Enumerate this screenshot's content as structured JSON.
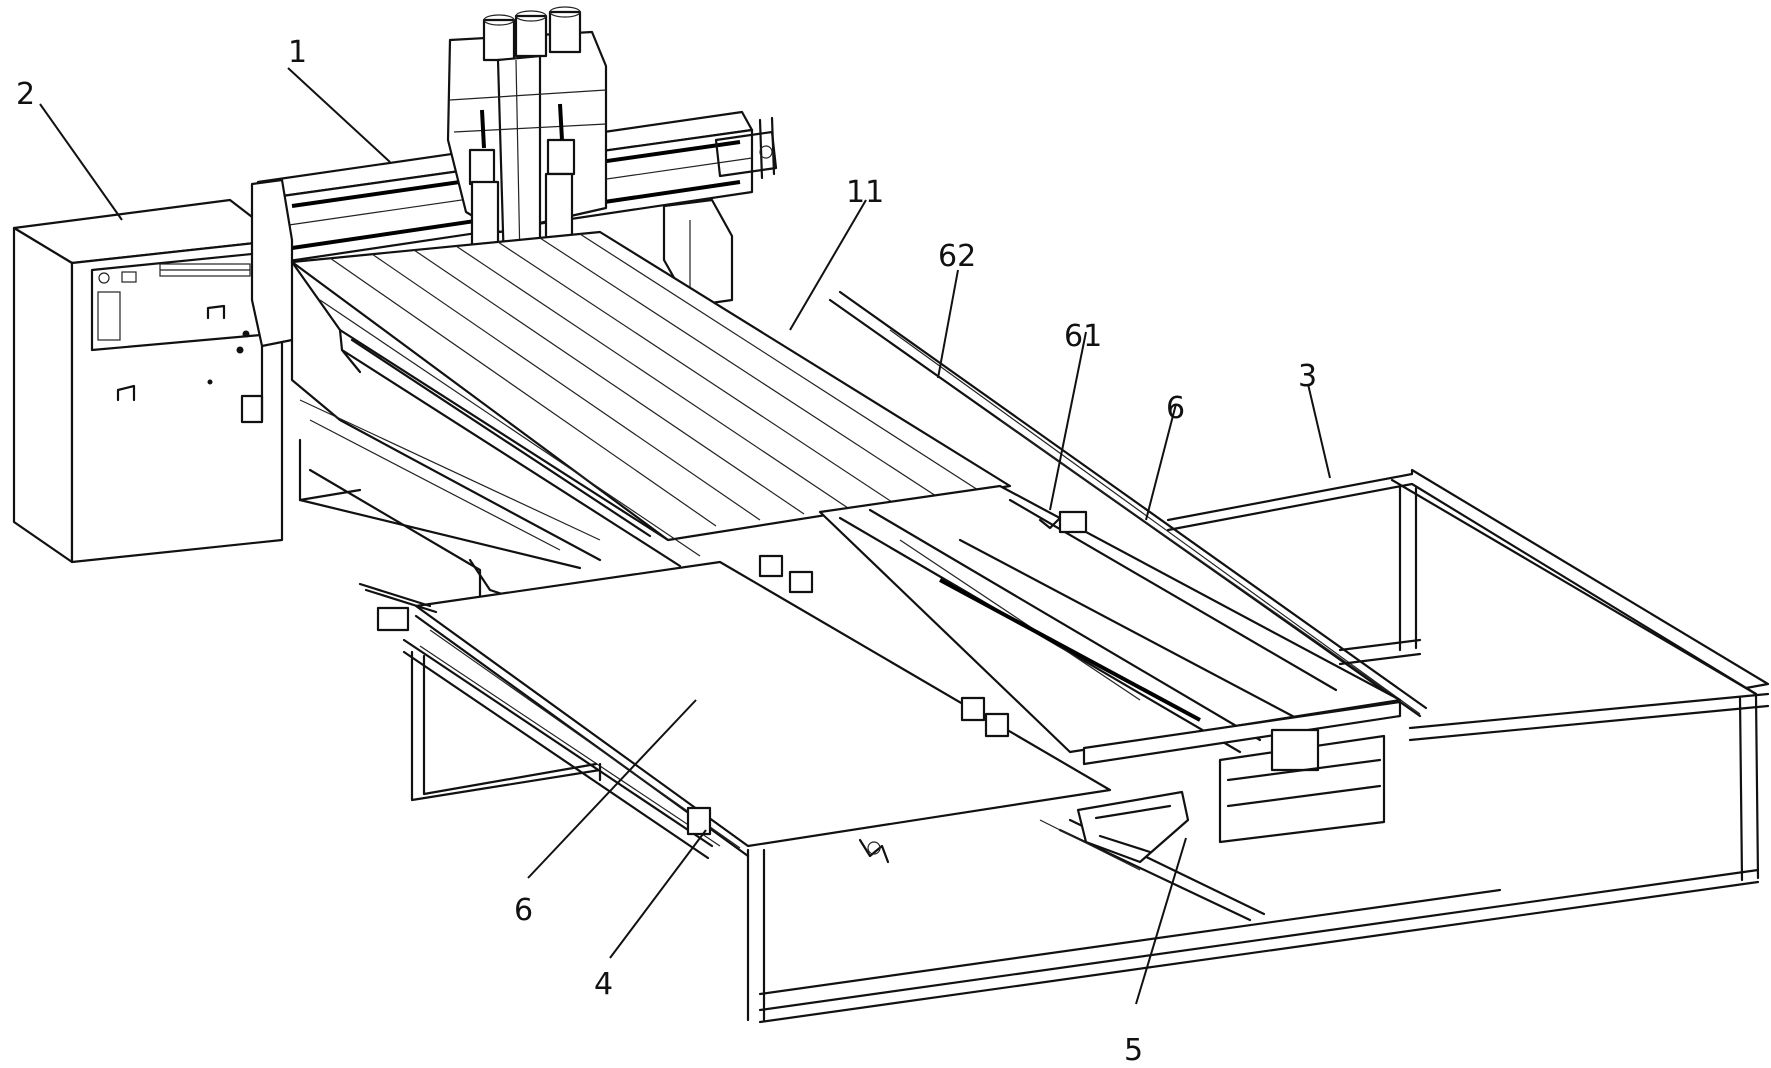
{
  "labels": {
    "machine_frame": "1",
    "control_cabinet": "2",
    "support_frame": "3",
    "loading_rail": "4",
    "lift_device": "5",
    "table_board_left": "6",
    "table_board_right": "6",
    "worktable": "11",
    "board_61": "61",
    "rail_62": "62"
  }
}
